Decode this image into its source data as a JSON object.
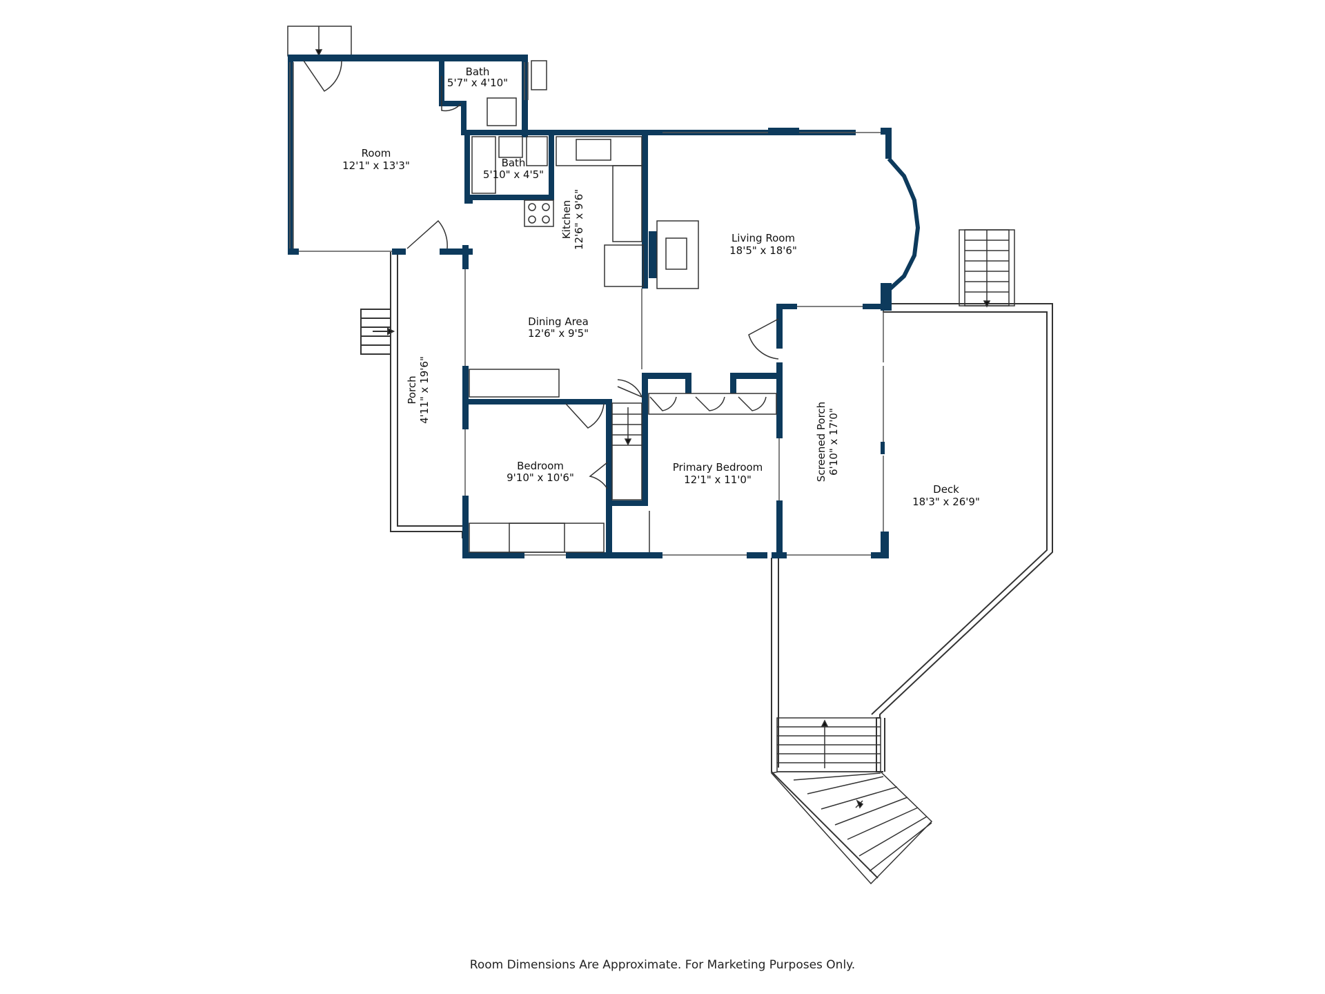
{
  "colors": {
    "wall": "#0d3a5c",
    "line": "#333333",
    "background": "#ffffff"
  },
  "rooms": {
    "room": {
      "name": "Room",
      "dims": "12'1\" x 13'3\""
    },
    "bath_upper": {
      "name": "Bath",
      "dims": "5'7\" x 4'10\""
    },
    "bath_lower": {
      "name": "Bath",
      "dims": "5'10\" x 4'5\""
    },
    "kitchen": {
      "name": "Kitchen",
      "dims": "12'6\" x 9'6\""
    },
    "living_room": {
      "name": "Living Room",
      "dims": "18'5\" x 18'6\""
    },
    "dining_area": {
      "name": "Dining Area",
      "dims": "12'6\" x 9'5\""
    },
    "porch": {
      "name": "Porch",
      "dims": "4'11\" x 19'6\""
    },
    "bedroom": {
      "name": "Bedroom",
      "dims": "9'10\" x 10'6\""
    },
    "primary_bedroom": {
      "name": "Primary Bedroom",
      "dims": "12'1\" x 11'0\""
    },
    "screened_porch": {
      "name": "Screened Porch",
      "dims": "6'10\" x 17'0\""
    },
    "deck": {
      "name": "Deck",
      "dims": "18'3\" x 26'9\""
    }
  },
  "footer": {
    "note": "Room Dimensions Are Approximate. For Marketing Purposes Only."
  }
}
